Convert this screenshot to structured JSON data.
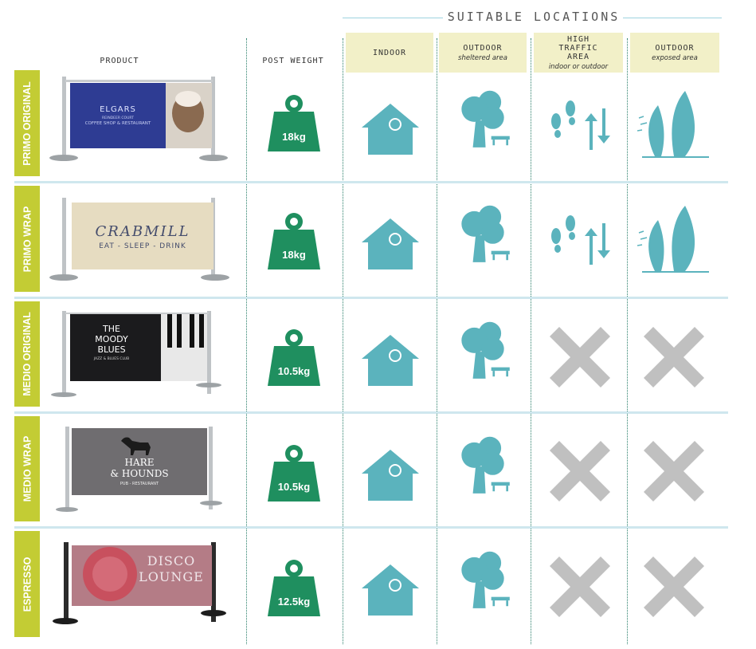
{
  "header": {
    "suitable_locations": "SUITABLE LOCATIONS",
    "product": "PRODUCT",
    "post_weight": "POST WEIGHT",
    "indoor": "INDOOR",
    "outdoor_sheltered": "OUTDOOR",
    "outdoor_sheltered_sub": "sheltered area",
    "high_traffic": "HIGH TRAFFIC AREA",
    "high_traffic_sub": "indoor or outdoor",
    "outdoor_exposed": "OUTDOOR",
    "outdoor_exposed_sub": "exposed area"
  },
  "rows": [
    {
      "label": "PRIMO ORIGINAL",
      "weight": "18kg",
      "high_traffic": true,
      "exposed": true,
      "banner": {
        "line1": "ELGARS",
        "line2": "REINDEER COURT",
        "line3": "COFFEE SHOP & RESTAURANT"
      }
    },
    {
      "label": "PRIMO WRAP",
      "weight": "18kg",
      "high_traffic": true,
      "exposed": true,
      "banner": {
        "line1": "CRABMILL",
        "line2": "EAT - SLEEP - DRINK"
      }
    },
    {
      "label": "MEDIO ORIGINAL",
      "weight": "10.5kg",
      "high_traffic": false,
      "exposed": false,
      "banner": {
        "line1": "THE",
        "line2": "MOODY",
        "line3": "BLUES",
        "line4": "JAZZ & BLUES CLUB"
      }
    },
    {
      "label": "MEDIO WRAP",
      "weight": "10.5kg",
      "high_traffic": false,
      "exposed": false,
      "banner": {
        "line1": "HARE",
        "line2": "& HOUNDS",
        "line3": "PUB - RESTAURANT"
      }
    },
    {
      "label": "ESPRESSO",
      "weight": "12.5kg",
      "high_traffic": false,
      "exposed": false,
      "banner": {
        "line1": "DISCO",
        "line2": "LOUNGE"
      }
    }
  ],
  "colors": {
    "accent_green": "#1f8f5f",
    "icon_teal": "#5bb3bd",
    "cross_grey": "#c0c0c0",
    "label_lime": "#c3cc34",
    "header_yellow": "#f2f0c8"
  },
  "icons": {
    "indoor": "house-icon",
    "sheltered": "tree-bench-icon",
    "traffic": "footprints-arrows-icon",
    "exposed": "windblown-trees-icon",
    "not_suitable": "cross-icon",
    "weight": "weight-icon"
  }
}
